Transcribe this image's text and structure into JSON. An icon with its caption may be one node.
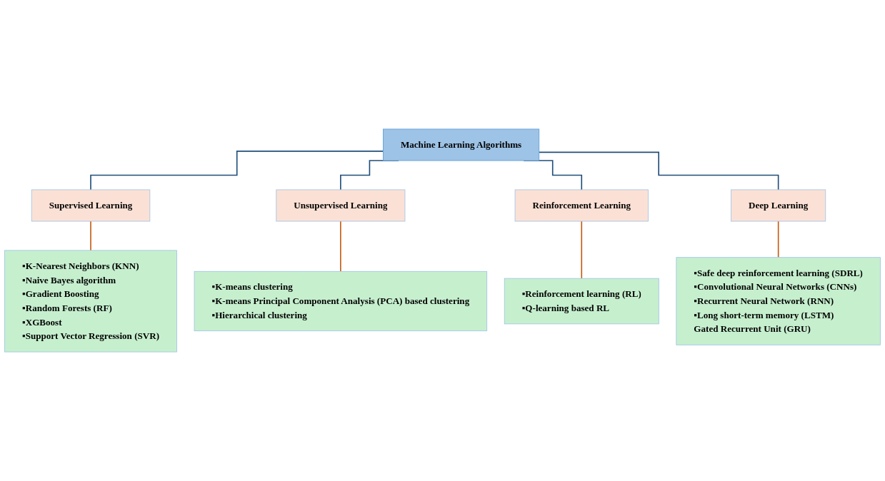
{
  "diagram": {
    "nodes": [
      {
        "text": [
          "Machine Learning Algorithms"
        ]
      },
      {
        "text": [
          "Supervised Learning"
        ]
      },
      {
        "text": [
          "Unsupervised Learning"
        ]
      },
      {
        "text": [
          "Reinforcement Learning"
        ]
      },
      {
        "text": [
          "Deep Learning"
        ]
      },
      {
        "text": [
          "▪K-Nearest Neighbors (KNN)",
          "▪Naive Bayes algorithm",
          "▪Gradient Boosting",
          "▪Random Forests (RF)",
          "▪XGBoost",
          "▪Support Vector Regression (SVR)"
        ]
      },
      {
        "text": [
          "▪K-means clustering",
          "▪K-means Principal Component Analysis (PCA) based clustering",
          "▪Hierarchical clustering"
        ]
      },
      {
        "text": [
          "▪Reinforcement learning (RL)",
          "▪Q-learning based RL"
        ]
      },
      {
        "text": [
          "▪Safe deep reinforcement learning (SDRL)",
          "▪Convolutional Neural Networks (CNNs)",
          "▪Recurrent Neural Network (RNN)",
          "▪Long short-term memory (LSTM)",
          "Gated Recurrent Unit (GRU)"
        ]
      }
    ],
    "edges": [
      {
        "from": 0,
        "to": 1,
        "arrow": "none"
      },
      {
        "from": 0,
        "to": 2,
        "arrow": "none"
      },
      {
        "from": 0,
        "to": 3,
        "arrow": "none"
      },
      {
        "from": 0,
        "to": 4,
        "arrow": "none"
      },
      {
        "from": 1,
        "to": 5,
        "arrow": "none",
        "color": "#c55a11"
      },
      {
        "from": 2,
        "to": 6,
        "arrow": "none",
        "color": "#c55a11"
      },
      {
        "from": 3,
        "to": 7,
        "arrow": "none",
        "color": "#c55a11"
      },
      {
        "from": 4,
        "to": 8,
        "arrow": "none",
        "color": "#c55a11"
      }
    ]
  }
}
